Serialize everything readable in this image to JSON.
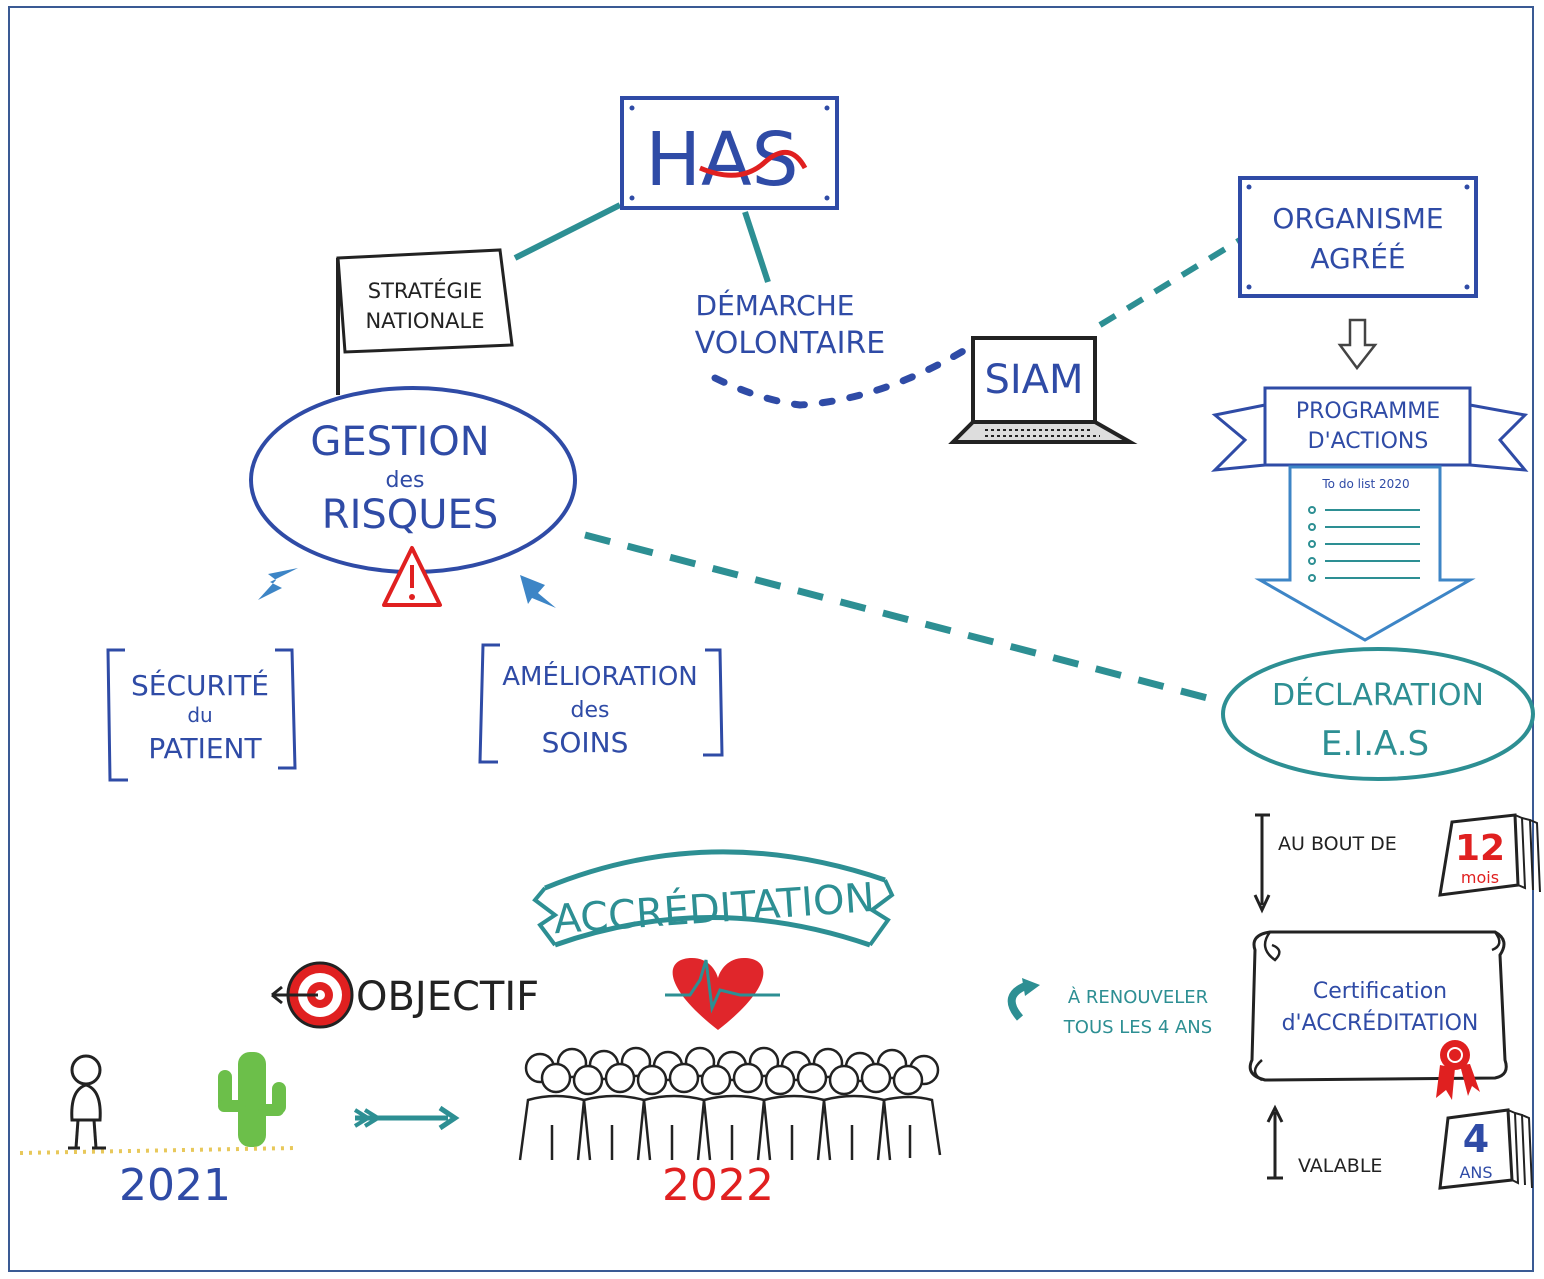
{
  "nodes": {
    "has": "HAS",
    "strategie": [
      "STRATÉGIE",
      "NATIONALE"
    ],
    "demarche": [
      "DÉMARCHE",
      "VOLONTAIRE"
    ],
    "siam": "SIAM",
    "organisme": [
      "ORGANISME",
      "AGRÉÉ"
    ],
    "gestion": [
      "GESTION",
      "des",
      "RISQUES"
    ],
    "programme": [
      "PROGRAMME",
      "D'ACTIONS"
    ],
    "todo_title": "To do list 2020",
    "securite": [
      "SÉCURITÉ",
      "du",
      "PATIENT"
    ],
    "amelioration": [
      "AMÉLIORATION",
      "des",
      "SOINS"
    ],
    "declaration": [
      "DÉCLARATION",
      "E.I.A.S"
    ],
    "au_bout_de": "AU BOUT DE",
    "calendar_12": {
      "number": "12",
      "unit": "mois"
    },
    "accreditation": "ACCRÉDITATION",
    "objectif": "OBJECTIF",
    "renouveler": [
      "À RENOUVELER",
      "TOUS LES 4 ANS"
    ],
    "certification": [
      "Certification",
      "d'ACCRÉDITATION"
    ],
    "valable": "VALABLE",
    "calendar_4": {
      "number": "4",
      "unit": "ANS"
    },
    "year_2021": "2021",
    "year_2022": "2022"
  },
  "colors": {
    "blue": "#2f4ba6",
    "teal": "#2d8f93",
    "red": "#e02020",
    "green": "#6cbf4a",
    "arrow_blue": "#3d85c6"
  }
}
